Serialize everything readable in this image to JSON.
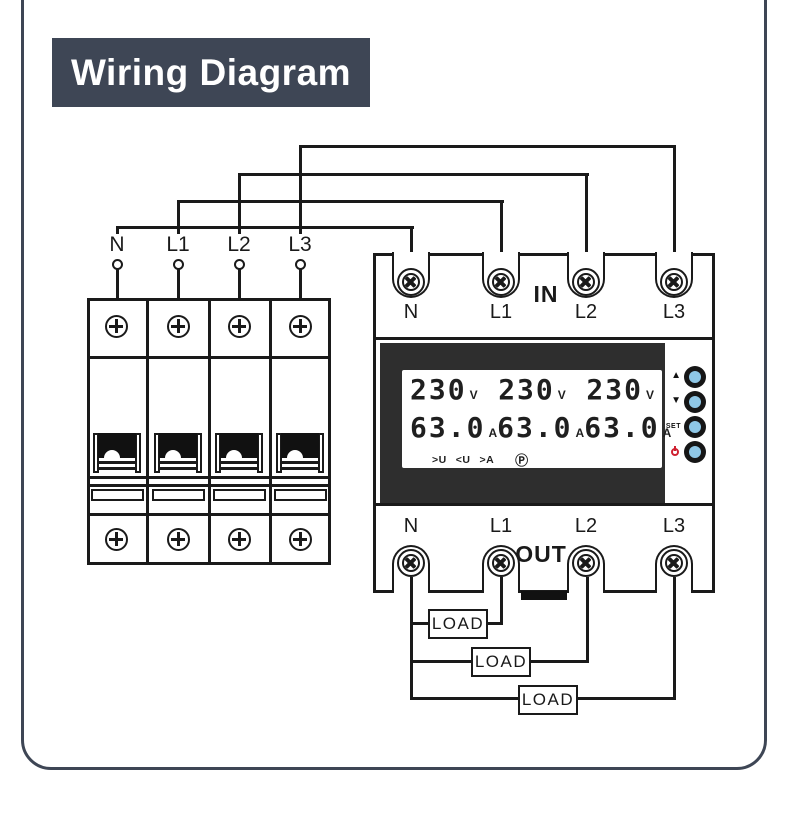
{
  "page": {
    "title": "Wiring Diagram"
  },
  "colors": {
    "accent": "#3e4655",
    "line": "#1a1a1a",
    "display_panel": "#2e2e2e",
    "button_blue": "#8fc7e6",
    "power_red": "#cf2030"
  },
  "supply": {
    "labels": [
      "N",
      "L1",
      "L2",
      "L3"
    ]
  },
  "meter": {
    "in_label": "IN",
    "out_label": "OUT",
    "in_terminals": [
      "N",
      "L1",
      "L2",
      "L3"
    ],
    "out_terminals": [
      "N",
      "L1",
      "L2",
      "L3"
    ],
    "lcd": {
      "voltages": [
        "230",
        "230",
        "230"
      ],
      "voltage_unit": "V",
      "currents": [
        "63.0",
        "63.0",
        "63.0"
      ],
      "current_unit": "A",
      "indicators": [
        ">U",
        "<U",
        ">A"
      ],
      "power_indicator": "Ⓟ"
    },
    "buttons": {
      "up": "▲",
      "down": "▼",
      "set": "SET",
      "power_icon": "power"
    }
  },
  "loads": [
    "LOAD",
    "LOAD",
    "LOAD"
  ]
}
